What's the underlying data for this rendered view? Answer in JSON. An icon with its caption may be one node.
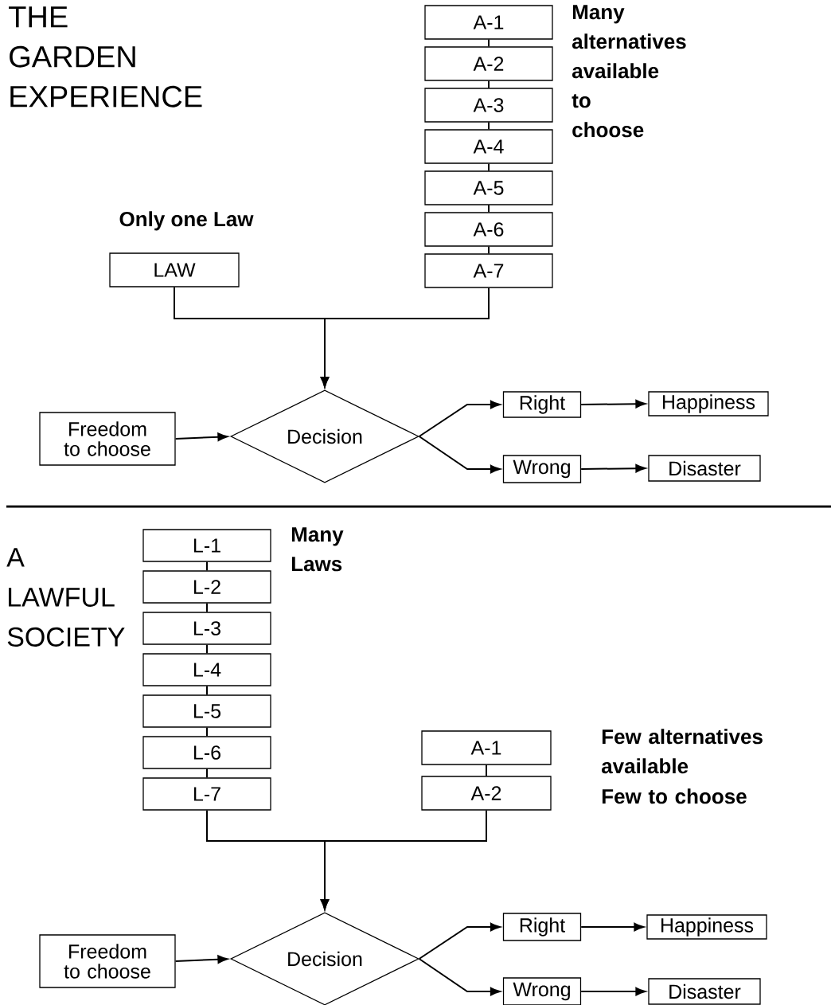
{
  "diagram": {
    "nodes": [
      {
        "text": [
          "LAW"
        ],
        "beside": [
          "Only one Law"
        ]
      },
      {
        "text": [
          "A-1"
        ]
      },
      {
        "text": [
          "A-2"
        ]
      },
      {
        "text": [
          "A-3"
        ]
      },
      {
        "text": [
          "A-4"
        ]
      },
      {
        "text": [
          "A-5"
        ]
      },
      {
        "text": [
          "A-6"
        ]
      },
      {
        "text": [
          "A-7"
        ]
      },
      {
        "text": [
          "Freedom to choose"
        ]
      },
      {
        "text": [
          "Decision"
        ]
      },
      {
        "text": [
          "Right"
        ]
      },
      {
        "text": [
          "Wrong"
        ]
      },
      {
        "text": [
          "Happiness"
        ]
      },
      {
        "text": [
          "Disaster"
        ]
      },
      {
        "text": [
          "L-1"
        ]
      },
      {
        "text": [
          "L-2"
        ]
      },
      {
        "text": [
          "L-3"
        ]
      },
      {
        "text": [
          "L-4"
        ]
      },
      {
        "text": [
          "L-5"
        ]
      },
      {
        "text": [
          "L-6"
        ]
      },
      {
        "text": [
          "L-7"
        ]
      },
      {
        "text": [
          "A-1"
        ]
      },
      {
        "text": [
          "A-2"
        ]
      },
      {
        "text": [
          "Freedom to choose"
        ]
      },
      {
        "text": [
          "Decision"
        ]
      },
      {
        "text": [
          "Right"
        ]
      },
      {
        "text": [
          "Wrong"
        ]
      },
      {
        "text": [
          "Happiness"
        ]
      },
      {
        "text": [
          "Disaster"
        ]
      }
    ],
    "edges": [
      {
        "from": 1,
        "to": 2,
        "arrow": "none"
      },
      {
        "from": 2,
        "to": 3,
        "arrow": "none"
      },
      {
        "from": 3,
        "to": 4,
        "arrow": "none"
      },
      {
        "from": 4,
        "to": 5,
        "arrow": "none"
      },
      {
        "from": 5,
        "to": 6,
        "arrow": "none"
      },
      {
        "from": 6,
        "to": 7,
        "arrow": "none"
      },
      {
        "from": 0,
        "to": 9,
        "arrow": "to"
      },
      {
        "from": 7,
        "to": 9,
        "arrow": "to"
      },
      {
        "from": 8,
        "to": 9,
        "arrow": "to"
      },
      {
        "from": 9,
        "to": 10,
        "arrow": "to"
      },
      {
        "from": 9,
        "to": 11,
        "arrow": "to"
      },
      {
        "from": 10,
        "to": 12,
        "arrow": "to"
      },
      {
        "from": 11,
        "to": 13,
        "arrow": "to"
      },
      {
        "from": 14,
        "to": 15,
        "arrow": "none"
      },
      {
        "from": 15,
        "to": 16,
        "arrow": "none"
      },
      {
        "from": 16,
        "to": 17,
        "arrow": "none"
      },
      {
        "from": 17,
        "to": 18,
        "arrow": "none"
      },
      {
        "from": 18,
        "to": 19,
        "arrow": "none"
      },
      {
        "from": 19,
        "to": 20,
        "arrow": "none"
      },
      {
        "from": 21,
        "to": 22,
        "arrow": "none"
      },
      {
        "from": 20,
        "to": 24,
        "arrow": "to"
      },
      {
        "from": 22,
        "to": 24,
        "arrow": "to"
      },
      {
        "from": 23,
        "to": 24,
        "arrow": "to"
      },
      {
        "from": 24,
        "to": 25,
        "arrow": "to"
      },
      {
        "from": 24,
        "to": 26,
        "arrow": "to"
      },
      {
        "from": 25,
        "to": 27,
        "arrow": "to"
      },
      {
        "from": 26,
        "to": 28,
        "arrow": "to"
      }
    ],
    "labels": [
      "THE GARDEN EXPERIENCE",
      "Many alternatives available to choose",
      "A LAWFUL SOCIETY",
      "Many Laws",
      "Few alternatives available",
      "Few to choose"
    ]
  }
}
